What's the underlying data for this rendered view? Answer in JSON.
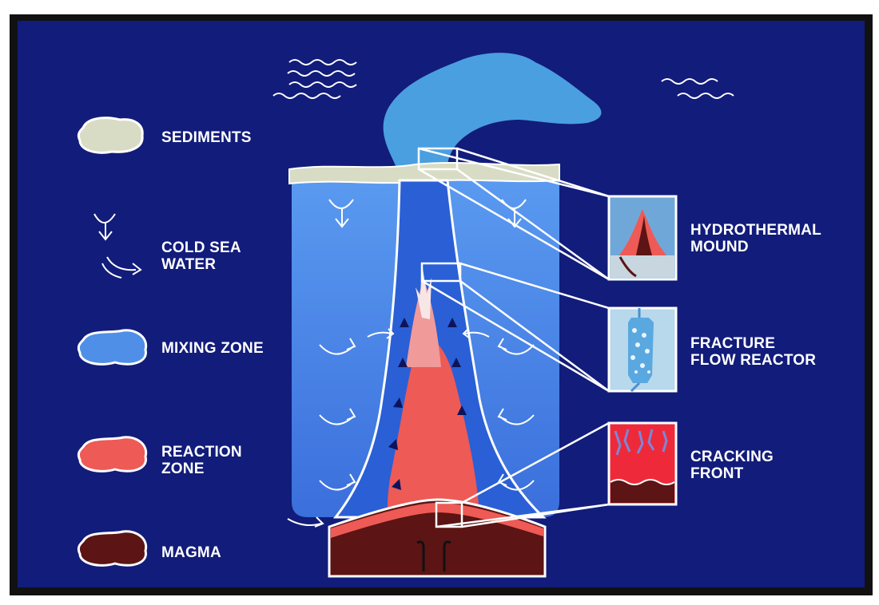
{
  "legend": {
    "sediments": "SEDIMENTS",
    "cold_sea_water_line1": "COLD SEA",
    "cold_sea_water_line2": "WATER",
    "mixing_zone": "MIXING ZONE",
    "reaction_zone_line1": "REACTION",
    "reaction_zone_line2": "ZONE",
    "magma": "MAGMA"
  },
  "insets": {
    "hydrothermal_line1": "HYDROTHERMAL",
    "hydrothermal_line2": "MOUND",
    "fracture_line1": "FRACTURE",
    "fracture_line2": "FLOW REACTOR",
    "cracking_line1": "CRACKING",
    "cracking_line2": "FRONT"
  },
  "colors": {
    "background": "#121c7a",
    "sediment": "#d9dcc4",
    "mixing_zone": "#4f8fe8",
    "plume": "#4a9fe0",
    "reaction_zone": "#ee5a55",
    "magma": "#5c1414",
    "outline": "#ffffff"
  }
}
